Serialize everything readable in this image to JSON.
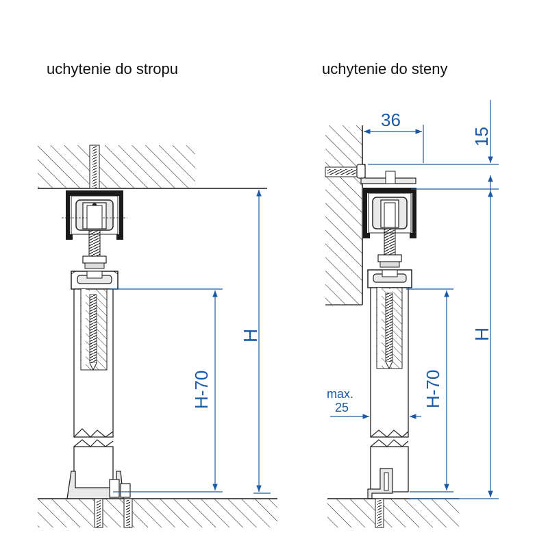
{
  "titles": {
    "ceiling": "uchytenie do stropu",
    "wall": "uchytenie do steny"
  },
  "dimensions": {
    "ceiling_height": "H",
    "ceiling_door": "H-70",
    "wall_height": "H",
    "wall_door": "H-70",
    "wall_offset": "36",
    "wall_top": "15",
    "max_line1": "max.",
    "max_line2": "25"
  },
  "colors": {
    "dimension": "#1a5aa6",
    "line": "#1a1a1a",
    "fill_light": "#e9e9e9"
  }
}
